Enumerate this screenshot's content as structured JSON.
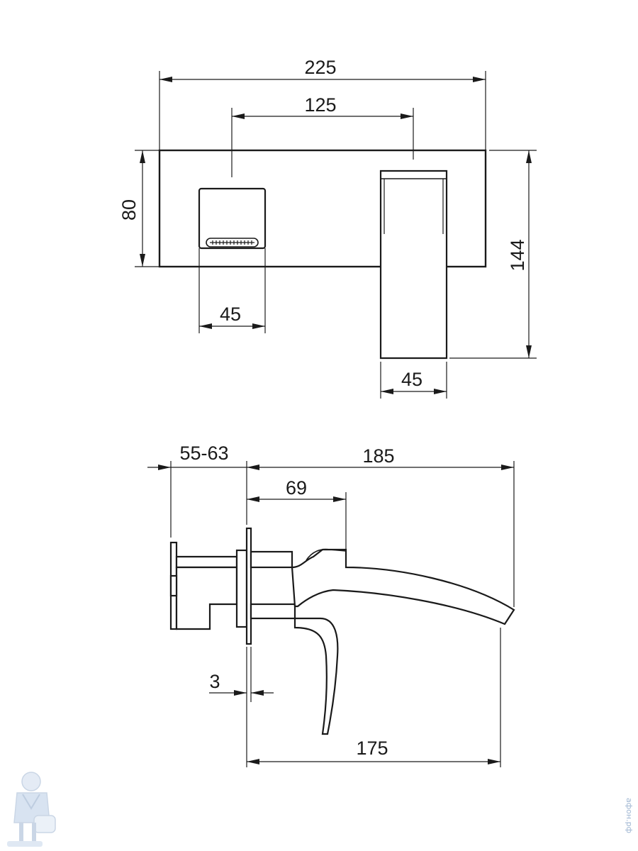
{
  "front_view": {
    "overall_width": "225",
    "spout_center_distance": "125",
    "plate_height": "80",
    "total_height": "144",
    "handle_width": "45",
    "spout_width": "45"
  },
  "side_view": {
    "wall_depth_range": "55-63",
    "spout_reach": "185",
    "handle_offset": "69",
    "plate_thickness": "3",
    "outlet_distance": "175"
  },
  "watermark": {
    "site_text": "афон.рф"
  },
  "colors": {
    "line": "#1a1a1a",
    "watermark": "#9fb6d2"
  }
}
